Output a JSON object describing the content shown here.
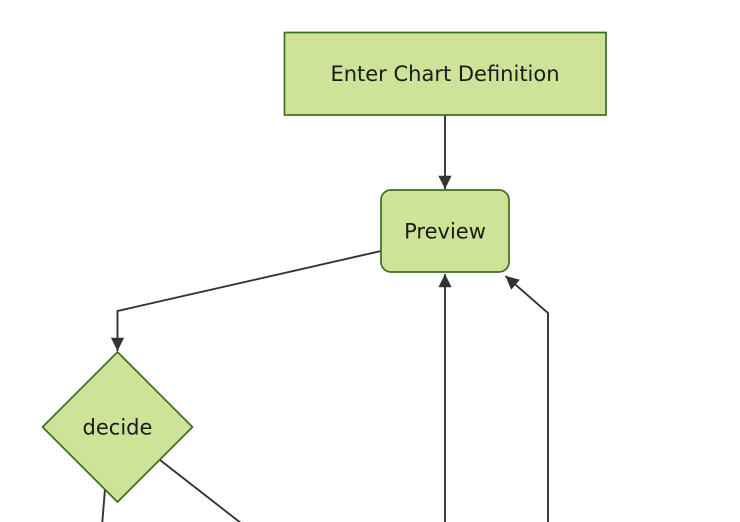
{
  "diagram": {
    "type": "flowchart",
    "direction": "top-down",
    "nodes": [
      {
        "id": "enter-chart-definition",
        "label": "Enter Chart Definition",
        "shape": "rectangle"
      },
      {
        "id": "preview",
        "label": "Preview",
        "shape": "rounded-rectangle"
      },
      {
        "id": "decide",
        "label": "decide",
        "shape": "diamond"
      }
    ],
    "edges": [
      {
        "from": "Enter Chart Definition",
        "to": "Preview",
        "arrowhead": true
      },
      {
        "from": "Preview",
        "to": "decide",
        "arrowhead": true
      },
      {
        "from": "offscreen-bottom-center",
        "to": "Preview",
        "arrowhead": true
      },
      {
        "from": "offscreen-bottom-right",
        "to": "Preview",
        "arrowhead": true
      },
      {
        "from": "decide",
        "to": "offscreen-bottom-left",
        "arrowhead": false
      },
      {
        "from": "decide",
        "to": "offscreen-bottom-right",
        "arrowhead": false
      }
    ],
    "colors": {
      "node_fill": "#cde498",
      "node_border": "#3c6d20",
      "edge_stroke": "#333333",
      "text": "#1a1a1a",
      "background": "#ffffff"
    }
  }
}
